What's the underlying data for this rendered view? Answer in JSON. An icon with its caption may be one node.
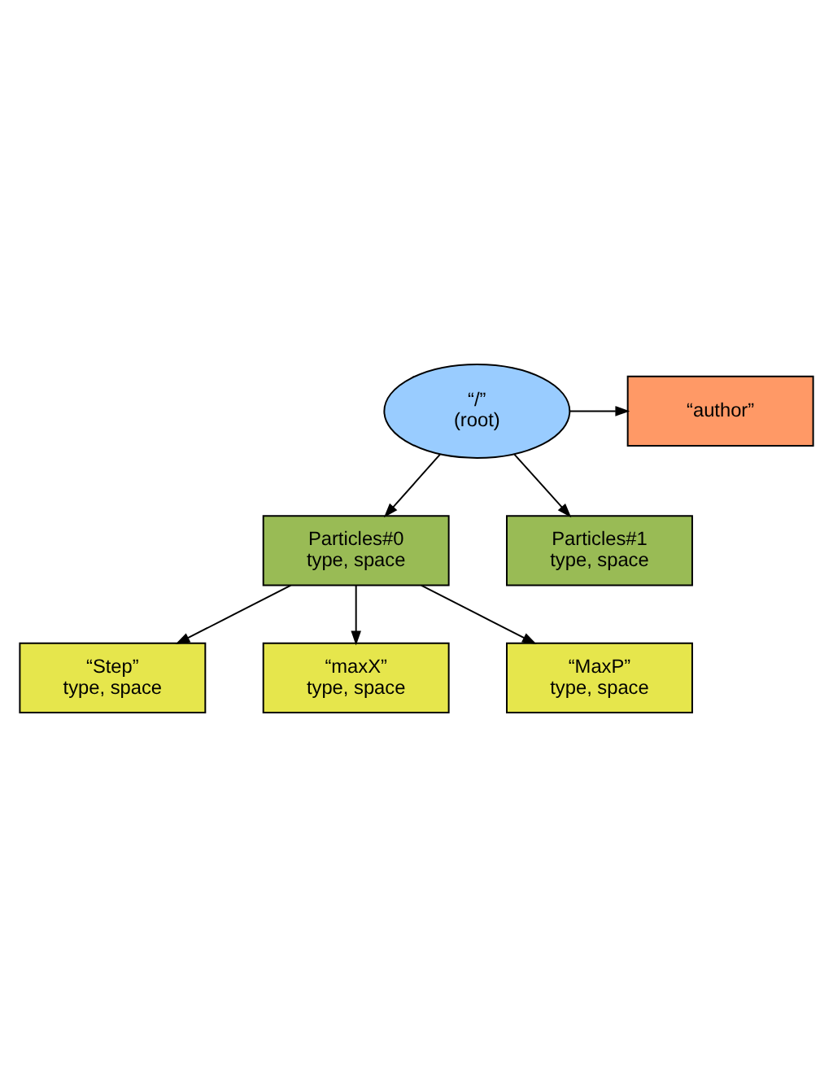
{
  "diagram": {
    "nodes": [
      {
        "text": [
          "“/”",
          "(root)"
        ]
      },
      {
        "text": [
          "“author”"
        ]
      },
      {
        "text": [
          "Particles#0",
          "type, space"
        ]
      },
      {
        "text": [
          "Particles#1",
          "type, space"
        ]
      },
      {
        "text": [
          "“Step”",
          "type, space"
        ]
      },
      {
        "text": [
          "“maxX”",
          "type, space"
        ]
      },
      {
        "text": [
          "“MaxP”",
          "type, space"
        ]
      }
    ],
    "edges": [
      {
        "from": 0,
        "to": 1,
        "arrow": "to"
      },
      {
        "from": 0,
        "to": 2,
        "arrow": "to"
      },
      {
        "from": 0,
        "to": 3,
        "arrow": "to"
      },
      {
        "from": 2,
        "to": 4,
        "arrow": "to"
      },
      {
        "from": 2,
        "to": 5,
        "arrow": "to"
      },
      {
        "from": 2,
        "to": 6,
        "arrow": "to"
      }
    ]
  }
}
